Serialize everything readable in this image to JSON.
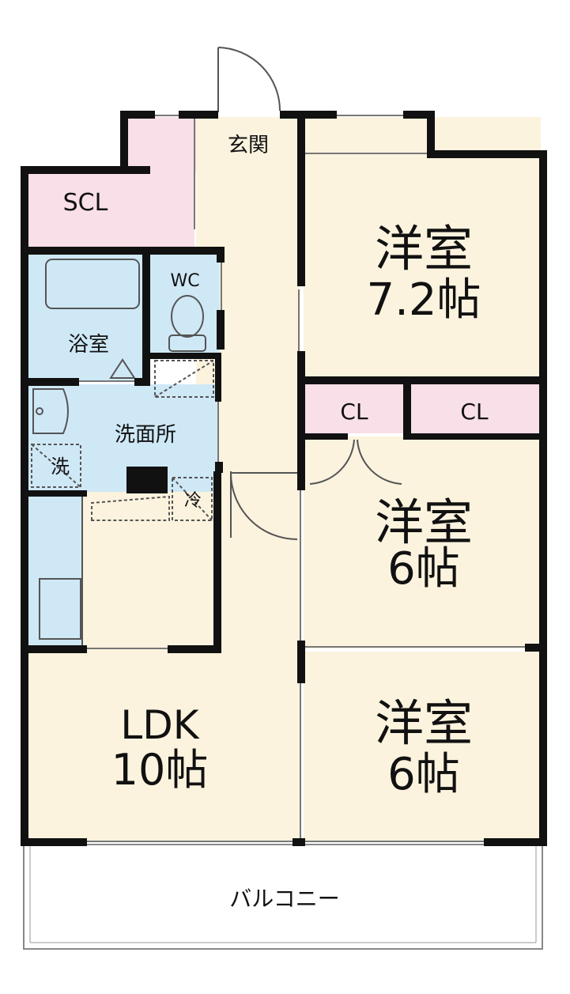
{
  "colors": {
    "wall": "#111111",
    "room_floor": "#fbf3de",
    "wet_area": "#cfe8f6",
    "storage": "#f9dfe7",
    "balcony": "#ffffff"
  },
  "rooms": {
    "genkan": "玄関",
    "scl": "SCL",
    "wc": "WC",
    "bath": "浴室",
    "washroom": "洗面所",
    "washer": "洗",
    "fridge": "冷",
    "cl_left": "CL",
    "cl_right": "CL",
    "western1": {
      "line1": "洋室",
      "line2": "7.2帖"
    },
    "western2": {
      "line1": "洋室",
      "line2": "6帖"
    },
    "western3": {
      "line1": "洋室",
      "line2": "6帖"
    },
    "ldk": {
      "line1": "LDK",
      "line2": "10帖"
    },
    "balcony": "バルコニー"
  }
}
